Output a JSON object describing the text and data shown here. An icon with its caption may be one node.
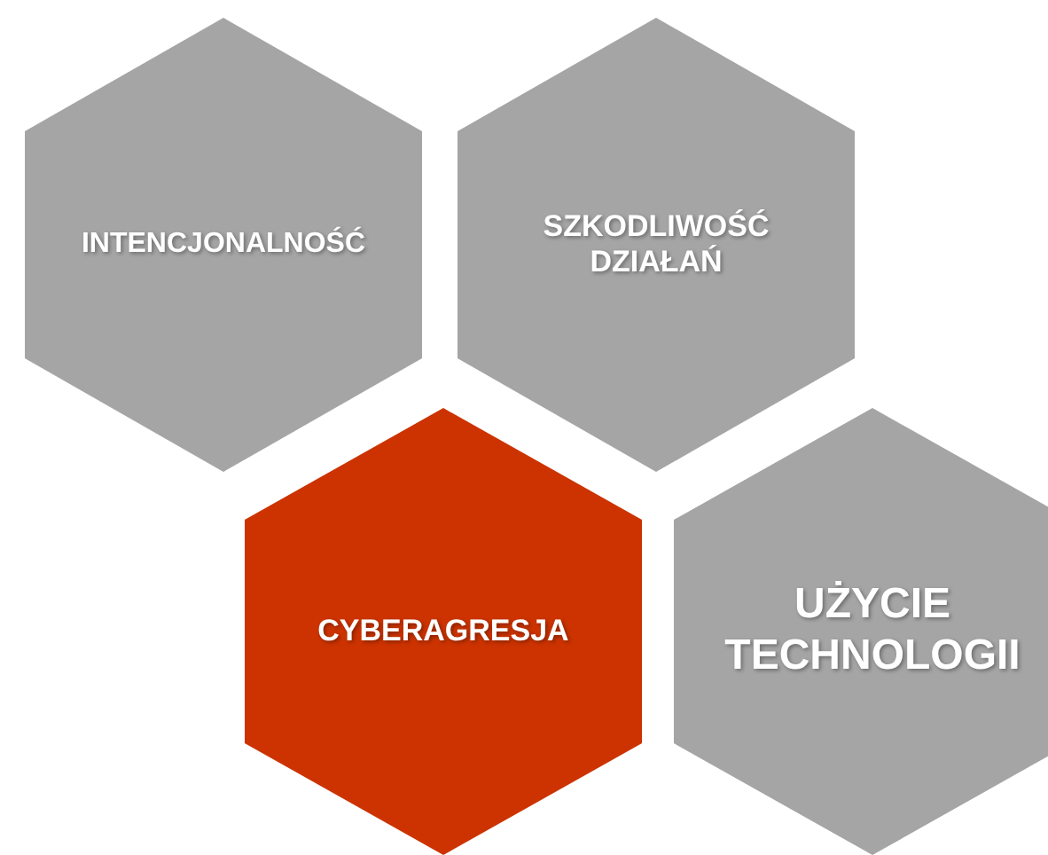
{
  "diagram": {
    "nodes": [
      {
        "text": [
          "INTENCJONALNOŚĆ"
        ]
      },
      {
        "text": [
          "SZKODLIWOŚĆ DZIAŁAŃ"
        ]
      },
      {
        "text": [
          "CYBERAGRESJA"
        ]
      },
      {
        "text": [
          "UŻYCIE TECHNOLOGII"
        ]
      }
    ]
  }
}
